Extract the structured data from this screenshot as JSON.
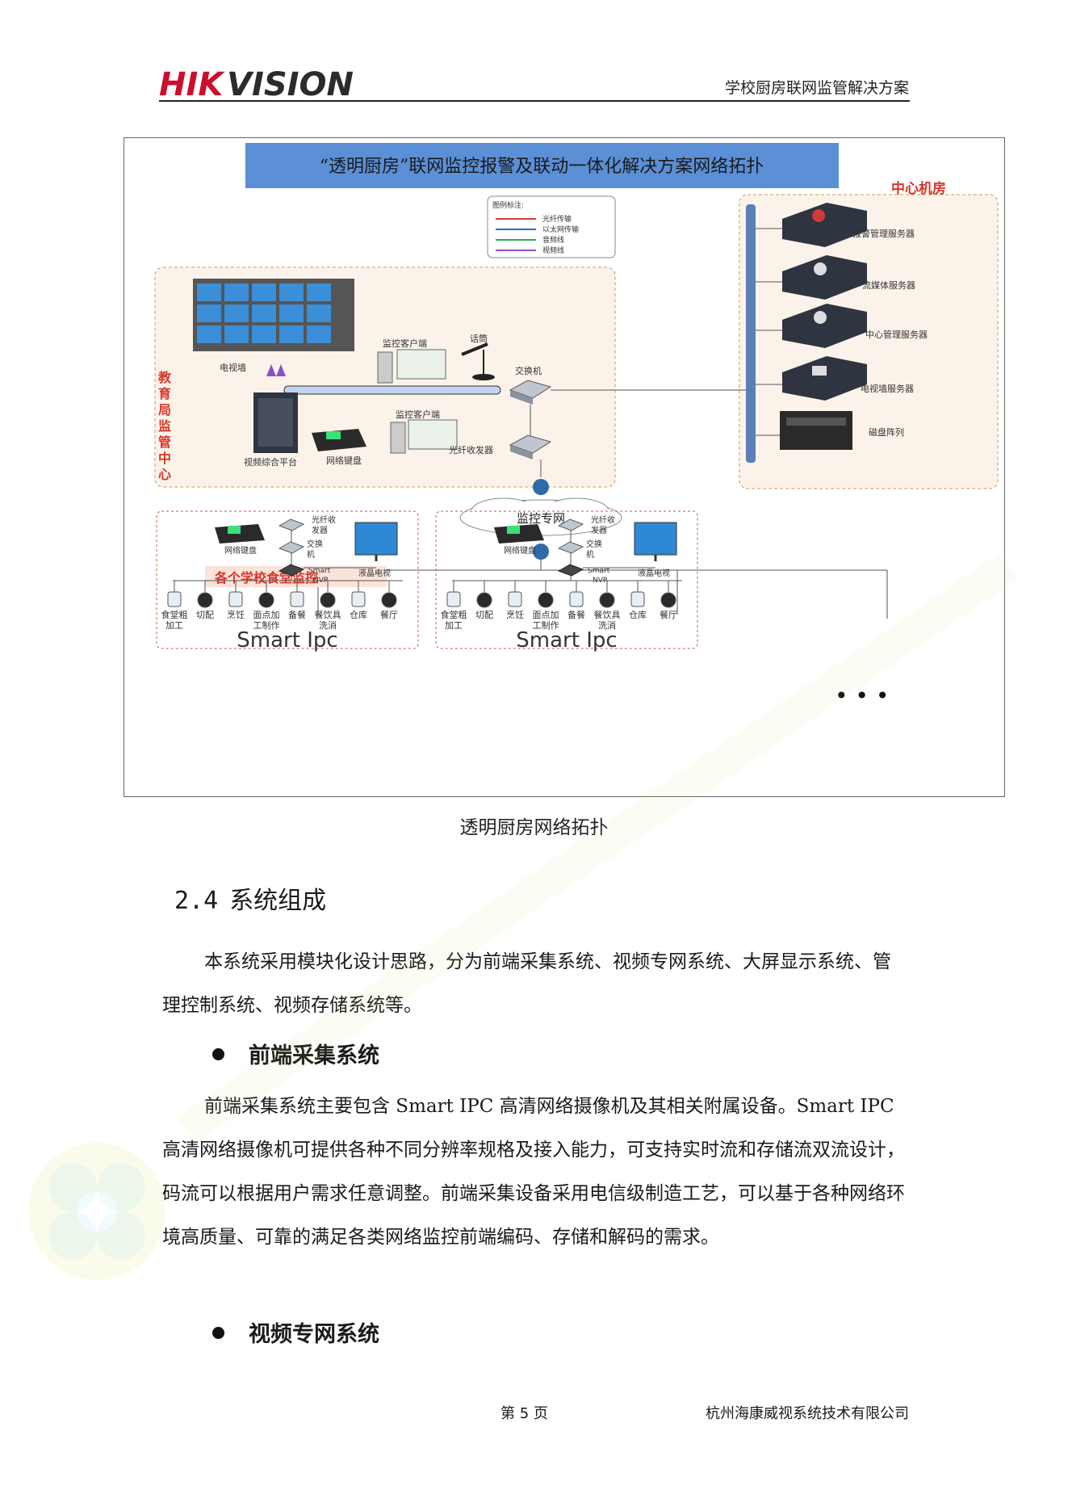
{
  "header": {
    "logo_text": "HIKVISION",
    "doc_title": "学校厨房联网监管解决方案"
  },
  "diagram": {
    "title": "“透明厨房”联网监控报警及联动一体化解决方案网络拓扑",
    "legend": {
      "heading": "图例标注:",
      "items": [
        "光纤传输",
        "以太网传输",
        "音频线",
        "视频线"
      ]
    },
    "center_room": {
      "label": "中心机房",
      "servers": [
        "报警管理服务器",
        "流媒体服务器",
        "中心管理服务器",
        "电视墙服务器",
        "磁盘阵列"
      ]
    },
    "bureau": {
      "label": "教育局监管中心",
      "tv_wall": "电视墙",
      "client1": "监控客户端",
      "mic": "话筒",
      "switch": "交换机",
      "client2": "监控客户端",
      "platform": "视频综合平台",
      "keyboard": "网络键盘",
      "optical": "光纤收发器"
    },
    "network": "监控专网",
    "schools_label": "各个学校食堂监控",
    "school": {
      "keyboard": "网络键盘",
      "optical": "光纤收发器",
      "switch": "交换机",
      "nvr": "Smart NVR",
      "lcd": "液晶电视",
      "cams": [
        "食堂粗加工",
        "切配",
        "烹饪",
        "面点加工制作",
        "备餐",
        "餐饮具洗消",
        "仓库",
        "餐厅"
      ],
      "smart_ipc": "Smart Ipc"
    },
    "ellipsis": "• • •"
  },
  "caption": "透明厨房网络拓扑",
  "section": {
    "number": "2.4",
    "title": "系统组成"
  },
  "paragraphs": {
    "intro": "本系统采用模块化设计思路，分为前端采集系统、视频专网系统、大屏显示系统、管理控制系统、视频存储系统等。",
    "front_end": "前端采集系统主要包含 Smart IPC 高清网络摄像机及其相关附属设备。Smart IPC 高清网络摄像机可提供各种不同分辨率规格及接入能力，可支持实时流和存储流双流设计，码流可以根据用户需求任意调整。前端采集设备采用电信级制造工艺，可以基于各种网络环境高质量、可靠的满足各类网络监控前端编码、存储和解码的需求。"
  },
  "bullets": {
    "front_end": "前端采集系统",
    "video_net": "视频专网系统"
  },
  "footer": {
    "page": "第 5 页",
    "company": "杭州海康威视系统技术有限公司"
  },
  "colors": {
    "brand_red": "#c8102e",
    "title_bar": "#5b8fd6",
    "dashed_orange": "#d9944a",
    "label_red": "#d8352a",
    "school_border": "#c05a4a"
  }
}
